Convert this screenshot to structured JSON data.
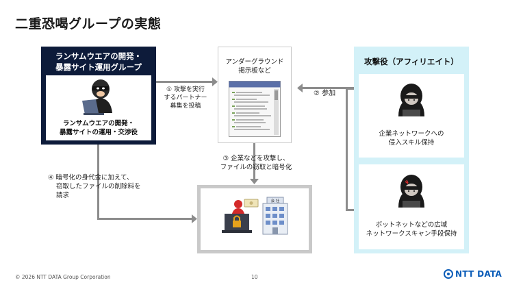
{
  "title": "二重恐喝グループの実態",
  "ransomware_group": {
    "title_line1": "ランサムウエアの開発・",
    "title_line2": "暴露サイト運用グループ",
    "desc_line1": "ランサムウエアの開発・",
    "desc_line2": "暴露サイトの運用・交渉役"
  },
  "underground_bbs": {
    "title_line1": "アンダーグラウンド",
    "title_line2": "掲示板など"
  },
  "affiliate": {
    "title": "攻撃役（アフィリエイト）",
    "card1_line1": "企業ネットワークへの",
    "card1_line2": "侵入スキル保持",
    "card2_line1": "ボットネットなどの広域",
    "card2_line2": "ネットワークスキャン手段保持"
  },
  "steps": {
    "step1_line1": "① 攻撃を実行",
    "step1_line2": "するパートナー",
    "step1_line3": "募集を投稿",
    "step2": "② 参加",
    "step3_line1": "③ 企業などを攻撃し、",
    "step3_line2": "ファイルの窃取と暗号化",
    "step4_line1": "④ 暗号化の身代金に加えて、",
    "step4_line2": "窃取したファイルの削除料を",
    "step4_line3": "請求"
  },
  "company_sign": "会 社",
  "footer": {
    "copyright": "© 2026 NTT DATA Group Corporation",
    "page": "10",
    "logo": "NTT DATA"
  }
}
